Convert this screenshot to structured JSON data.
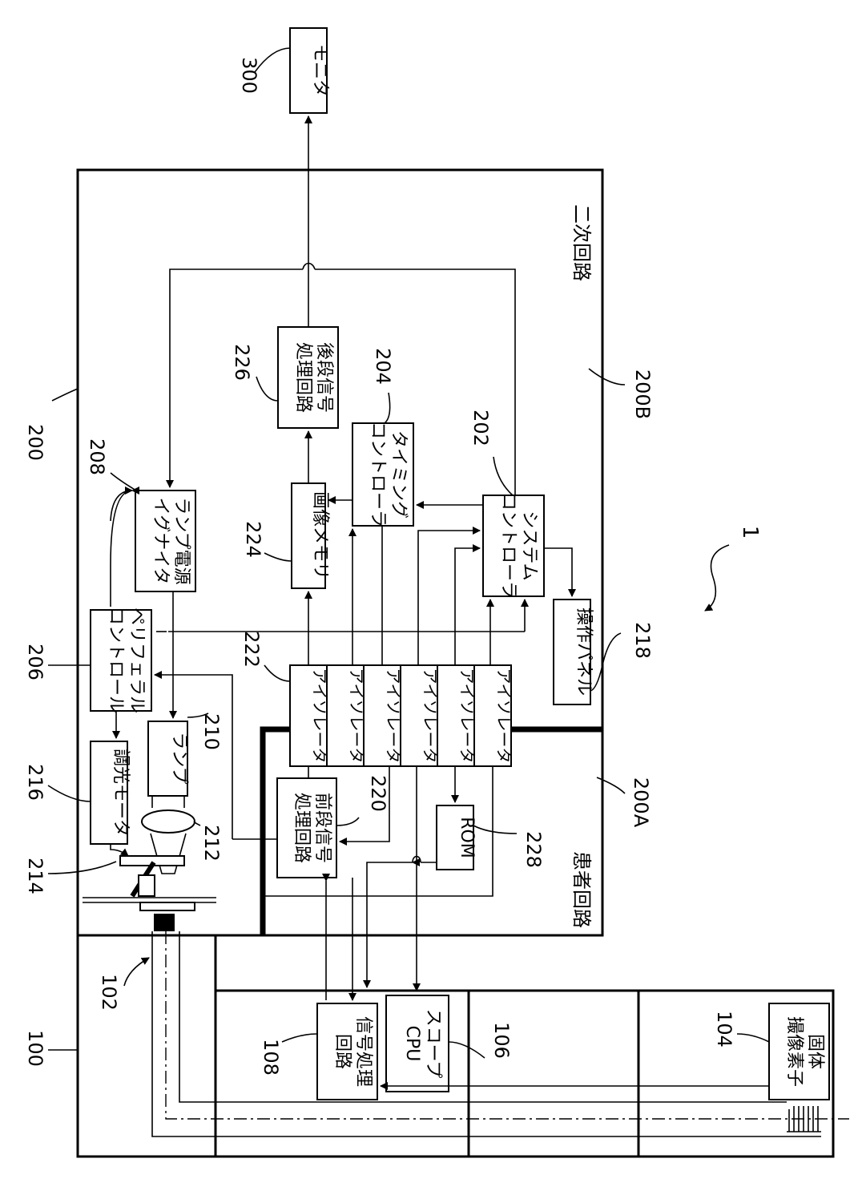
{
  "reference_numbers": {
    "system": "1",
    "scope": "100",
    "light_guide": "102",
    "image_sensor": "104",
    "scope_cpu": "106",
    "signal_processing": "108",
    "processor": "200",
    "patient_circuit": "200A",
    "secondary_circuit": "200B",
    "system_controller": "202",
    "timing_controller": "204",
    "peripheral_controller": "206",
    "lamp_power": "208",
    "lamp": "210",
    "lens": "212",
    "aperture": "214",
    "dimming_motor": "216",
    "operation_panel": "218",
    "isolators_a": "220",
    "isolators_b": "222",
    "image_memory": "224",
    "post_signal": "226",
    "rom": "228",
    "monitor": "300"
  },
  "labels": {
    "monitor": "モニタ",
    "post_signal_l1": "後段信号",
    "post_signal_l2": "処理回路",
    "secondary_circuit": "二次回路",
    "lamp_power_l1": "ランプ電源",
    "lamp_power_l2": "イグナイタ",
    "image_memory": "画像メモリ",
    "timing_l1": "タイミング",
    "timing_l2": "コントローラ",
    "system_l1": "システム",
    "system_l2": "コントローラ",
    "peripheral_l1": "ペリフェラル",
    "peripheral_l2": "コントロール",
    "operation_panel": "操作パネル",
    "isolator": "アイソレータ",
    "dimming_motor": "調光モータ",
    "lamp": "ランプ",
    "pre_signal_l1": "前段信号",
    "pre_signal_l2": "処理回路",
    "rom": "ROM",
    "patient_circuit": "患者回路",
    "scope_cpu_l1": "スコープ",
    "scope_cpu_l2": "CPU",
    "signal_proc_l1": "信号処理",
    "signal_proc_l2": "回路",
    "image_sensor_l1": "固体",
    "image_sensor_l2": "撮像素子"
  }
}
